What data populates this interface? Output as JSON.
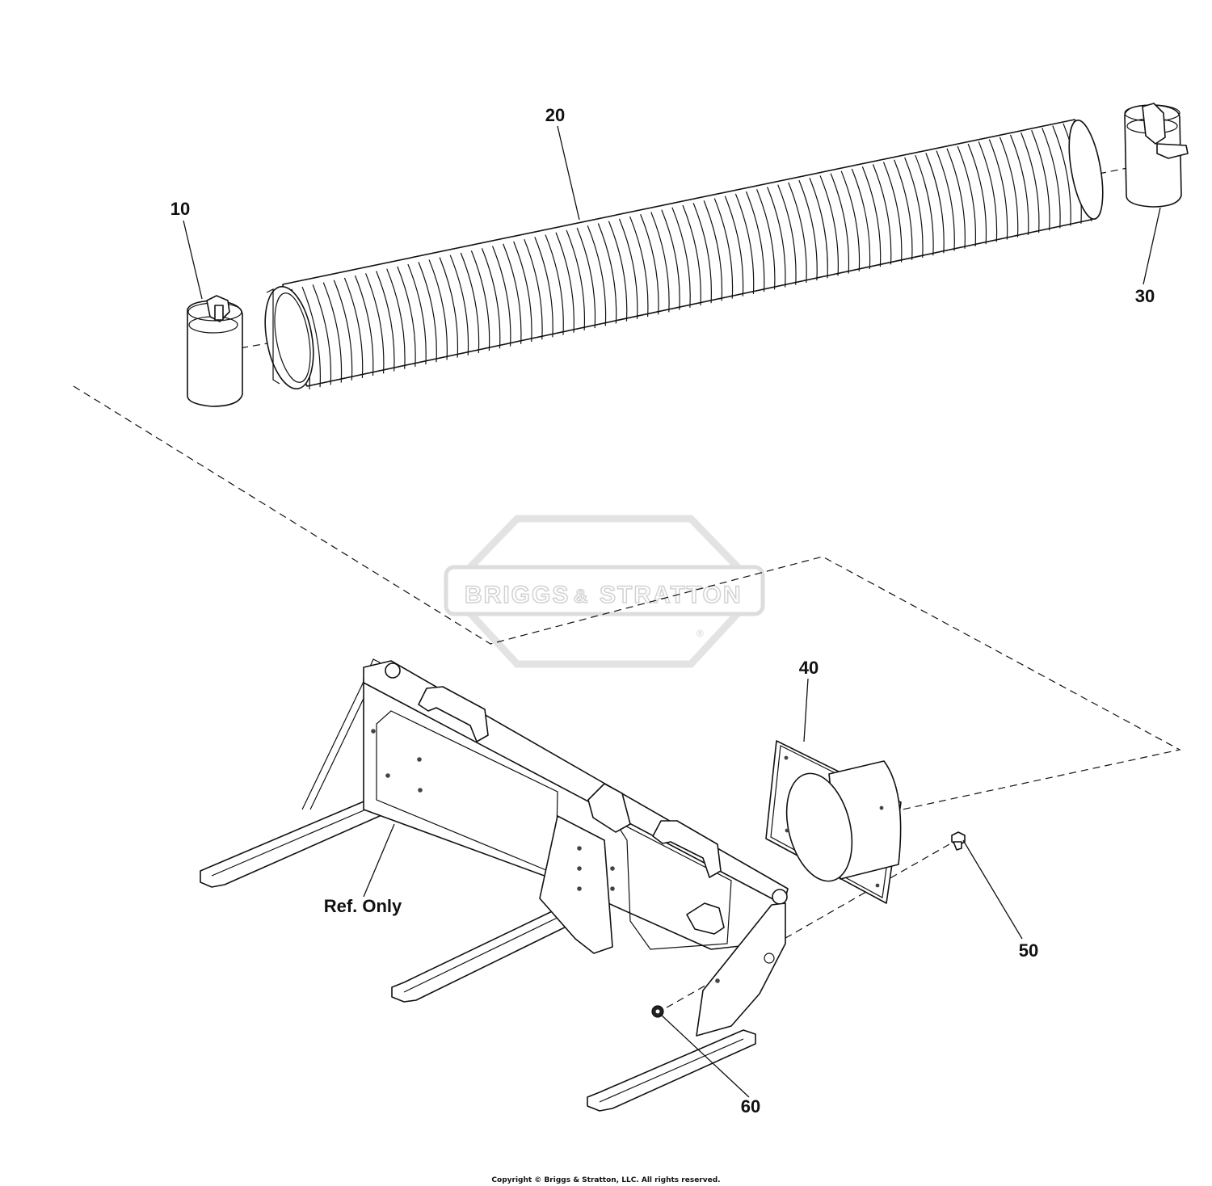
{
  "watermark": {
    "brand_left": "BRIGGS",
    "amp": "&",
    "brand_right": "STRATTON",
    "registered": "®",
    "color": "#dcdcdc"
  },
  "callouts": [
    {
      "id": "10",
      "label": "10"
    },
    {
      "id": "20",
      "label": "20"
    },
    {
      "id": "30",
      "label": "30"
    },
    {
      "id": "40",
      "label": "40"
    },
    {
      "id": "50",
      "label": "50"
    },
    {
      "id": "60",
      "label": "60"
    },
    {
      "id": "ref",
      "label": "Ref. Only"
    }
  ],
  "copyright": "Copyright © Briggs & Stratton, LLC. All rights reserved.",
  "colors": {
    "line": "#111111",
    "background": "#ffffff"
  }
}
